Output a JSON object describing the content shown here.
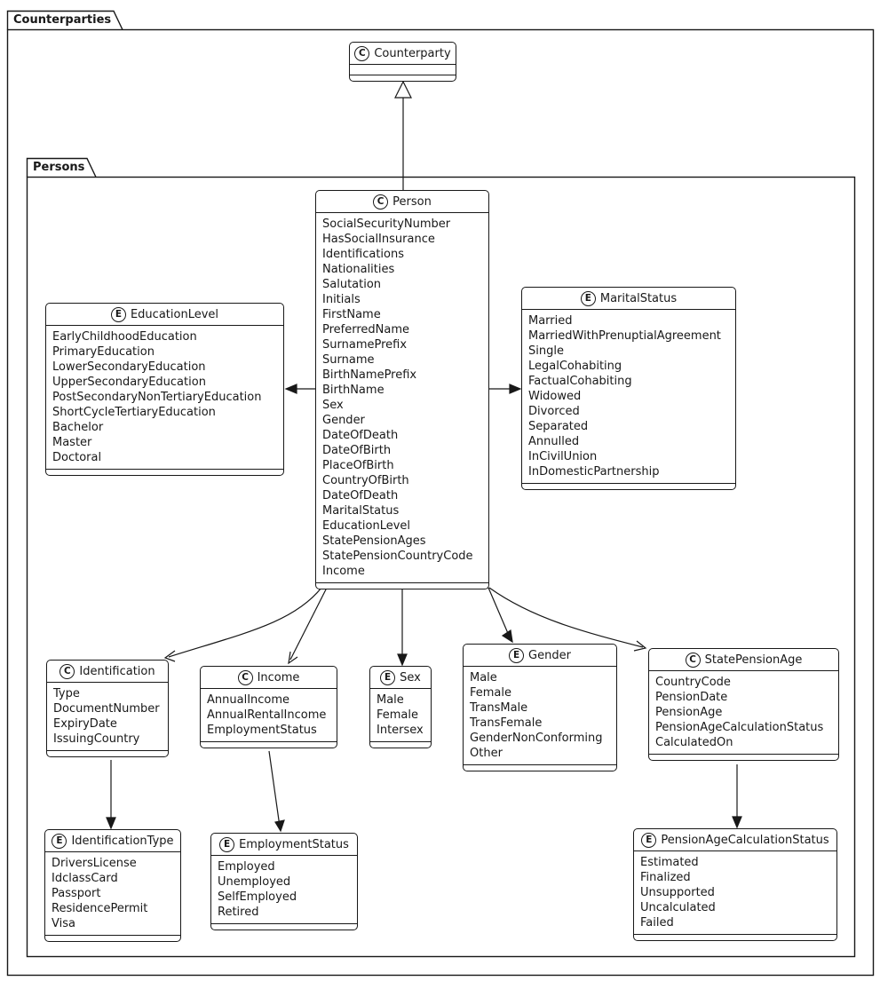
{
  "packages": {
    "outer": {
      "label": "Counterparties"
    },
    "inner": {
      "label": "Persons"
    }
  },
  "boxes": {
    "counterparty": {
      "kind": "class",
      "icon": "C",
      "name": "Counterparty",
      "attributes": []
    },
    "person": {
      "kind": "class",
      "icon": "C",
      "name": "Person",
      "attributes": [
        "SocialSecurityNumber",
        "HasSocialInsurance",
        "Identifications",
        "Nationalities",
        "Salutation",
        "Initials",
        "FirstName",
        "PreferredName",
        "SurnamePrefix",
        "Surname",
        "BirthNamePrefix",
        "BirthName",
        "Sex",
        "Gender",
        "DateOfDeath",
        "DateOfBirth",
        "PlaceOfBirth",
        "CountryOfBirth",
        "DateOfDeath",
        "MaritalStatus",
        "EducationLevel",
        "StatePensionAges",
        "StatePensionCountryCode",
        "Income"
      ]
    },
    "education_level": {
      "kind": "enum",
      "icon": "E",
      "name": "EducationLevel",
      "attributes": [
        "EarlyChildhoodEducation",
        "PrimaryEducation",
        "LowerSecondaryEducation",
        "UpperSecondaryEducation",
        "PostSecondaryNonTertiaryEducation",
        "ShortCycleTertiaryEducation",
        "Bachelor",
        "Master",
        "Doctoral"
      ]
    },
    "marital_status": {
      "kind": "enum",
      "icon": "E",
      "name": "MaritalStatus",
      "attributes": [
        "Married",
        "MarriedWithPrenuptialAgreement",
        "Single",
        "LegalCohabiting",
        "FactualCohabiting",
        "Widowed",
        "Divorced",
        "Separated",
        "Annulled",
        "InCivilUnion",
        "InDomesticPartnership"
      ]
    },
    "identification": {
      "kind": "class",
      "icon": "C",
      "name": "Identification",
      "attributes": [
        "Type",
        "DocumentNumber",
        "ExpiryDate",
        "IssuingCountry"
      ]
    },
    "income": {
      "kind": "class",
      "icon": "C",
      "name": "Income",
      "attributes": [
        "AnnualIncome",
        "AnnualRentalIncome",
        "EmploymentStatus"
      ]
    },
    "sex": {
      "kind": "enum",
      "icon": "E",
      "name": "Sex",
      "attributes": [
        "Male",
        "Female",
        "Intersex"
      ]
    },
    "gender": {
      "kind": "enum",
      "icon": "E",
      "name": "Gender",
      "attributes": [
        "Male",
        "Female",
        "TransMale",
        "TransFemale",
        "GenderNonConforming",
        "Other"
      ]
    },
    "state_pension_age": {
      "kind": "class",
      "icon": "C",
      "name": "StatePensionAge",
      "attributes": [
        "CountryCode",
        "PensionDate",
        "PensionAge",
        "PensionAgeCalculationStatus",
        "CalculatedOn"
      ]
    },
    "identification_type": {
      "kind": "enum",
      "icon": "E",
      "name": "IdentificationType",
      "attributes": [
        "DriversLicense",
        "IdclassCard",
        "Passport",
        "ResidencePermit",
        "Visa"
      ]
    },
    "employment_status": {
      "kind": "enum",
      "icon": "E",
      "name": "EmploymentStatus",
      "attributes": [
        "Employed",
        "Unemployed",
        "SelfEmployed",
        "Retired"
      ]
    },
    "pension_age_calculation_status": {
      "kind": "enum",
      "icon": "E",
      "name": "PensionAgeCalculationStatus",
      "attributes": [
        "Estimated",
        "Finalized",
        "Unsupported",
        "Uncalculated",
        "Failed"
      ]
    }
  },
  "relationships": [
    {
      "from": "Person",
      "to": "Counterparty",
      "type": "generalization"
    },
    {
      "from": "Person",
      "to": "EducationLevel",
      "type": "arrow"
    },
    {
      "from": "Person",
      "to": "MaritalStatus",
      "type": "arrow"
    },
    {
      "from": "Person",
      "to": "Identification",
      "type": "arrow"
    },
    {
      "from": "Person",
      "to": "Income",
      "type": "arrow"
    },
    {
      "from": "Person",
      "to": "Sex",
      "type": "arrow"
    },
    {
      "from": "Person",
      "to": "Gender",
      "type": "arrow"
    },
    {
      "from": "Person",
      "to": "StatePensionAge",
      "type": "arrow"
    },
    {
      "from": "Identification",
      "to": "IdentificationType",
      "type": "arrow"
    },
    {
      "from": "Income",
      "to": "EmploymentStatus",
      "type": "arrow"
    },
    {
      "from": "StatePensionAge",
      "to": "PensionAgeCalculationStatus",
      "type": "arrow"
    }
  ],
  "colors": {
    "stroke": "#181818",
    "background": "#ffffff"
  }
}
